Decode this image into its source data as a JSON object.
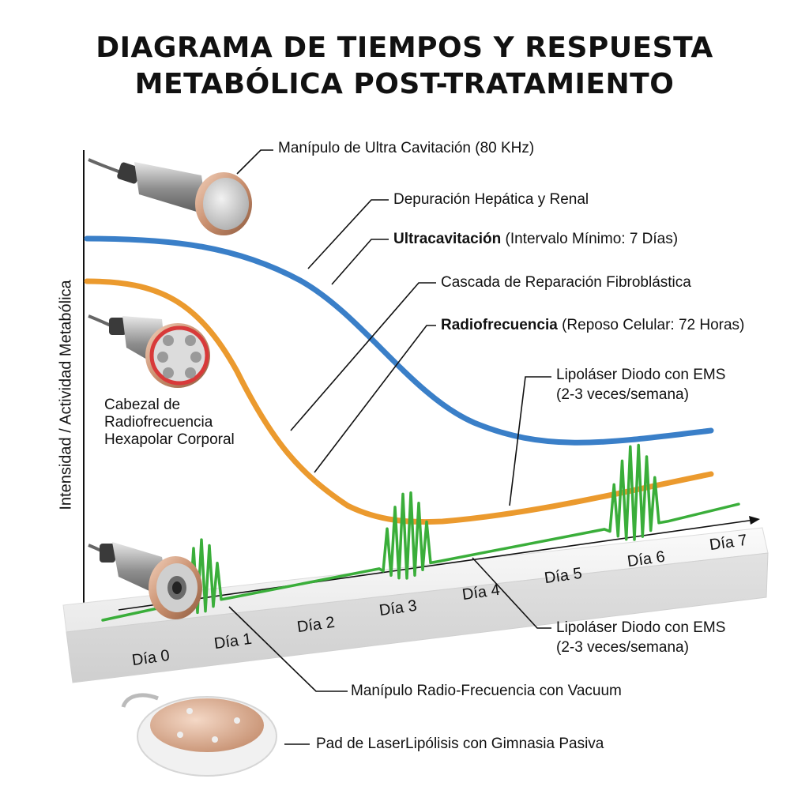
{
  "title": {
    "line1": "DIAGRAMA DE TIEMPOS Y RESPUESTA",
    "line2": "METABÓLICA POST-TRATAMIENTO"
  },
  "y_axis_label": "Intensidad / Actividad Metabólica",
  "x_axis": {
    "ticks": [
      "Día 0",
      "Día 1",
      "Día 2",
      "Día 3",
      "Día 4",
      "Día 5",
      "Día 6",
      "Día 7"
    ]
  },
  "labels": {
    "cavitation_handpiece": "Manípulo de Ultra Cavitación (80 KHz)",
    "hepatic": "Depuración Hepática y Renal",
    "ultracav_bold": "Ultracavitación",
    "ultracav_rest": " (Intervalo Mínimo: 7 Días)",
    "fibroblast": "Cascada de Reparación Fibroblástica",
    "rf_bold": "Radiofrecuencia",
    "rf_rest": " (Reposo Celular: 72 Horas)",
    "lipo_top_line1": "Lipoláser Diodo con EMS",
    "lipo_top_line2": "(2-3 veces/semana)",
    "rf_head_line1": "Cabezal de",
    "rf_head_line2": "Radiofrecuencia",
    "rf_head_line3": "Hexapolar Corporal",
    "lipo_bottom_line1": "Lipoláser Diodo con EMS",
    "lipo_bottom_line2": "(2-3 veces/semana)",
    "vacuum": "Manípulo Radio-Frecuencia con Vacuum",
    "pad": "Pad de LaserLipólisis con Gimnasia Pasiva"
  },
  "colors": {
    "ultracavitation": "#3a7fc8",
    "radiofrequency": "#eb9a2e",
    "lipolaser": "#3aae3a"
  },
  "chart_data": {
    "type": "line",
    "x": [
      0,
      1,
      2,
      3,
      4,
      5,
      6,
      7
    ],
    "series": [
      {
        "name": "Ultracavitación",
        "shape": "decaying from high to low baseline over days 0-7"
      },
      {
        "name": "Radiofrecuencia",
        "shape": "decay to minimum near day 3, then slow rise"
      },
      {
        "name": "Lipoláser Diodo con EMS",
        "shape": "pulse bursts near day 1, day 3 and day 6"
      }
    ]
  }
}
